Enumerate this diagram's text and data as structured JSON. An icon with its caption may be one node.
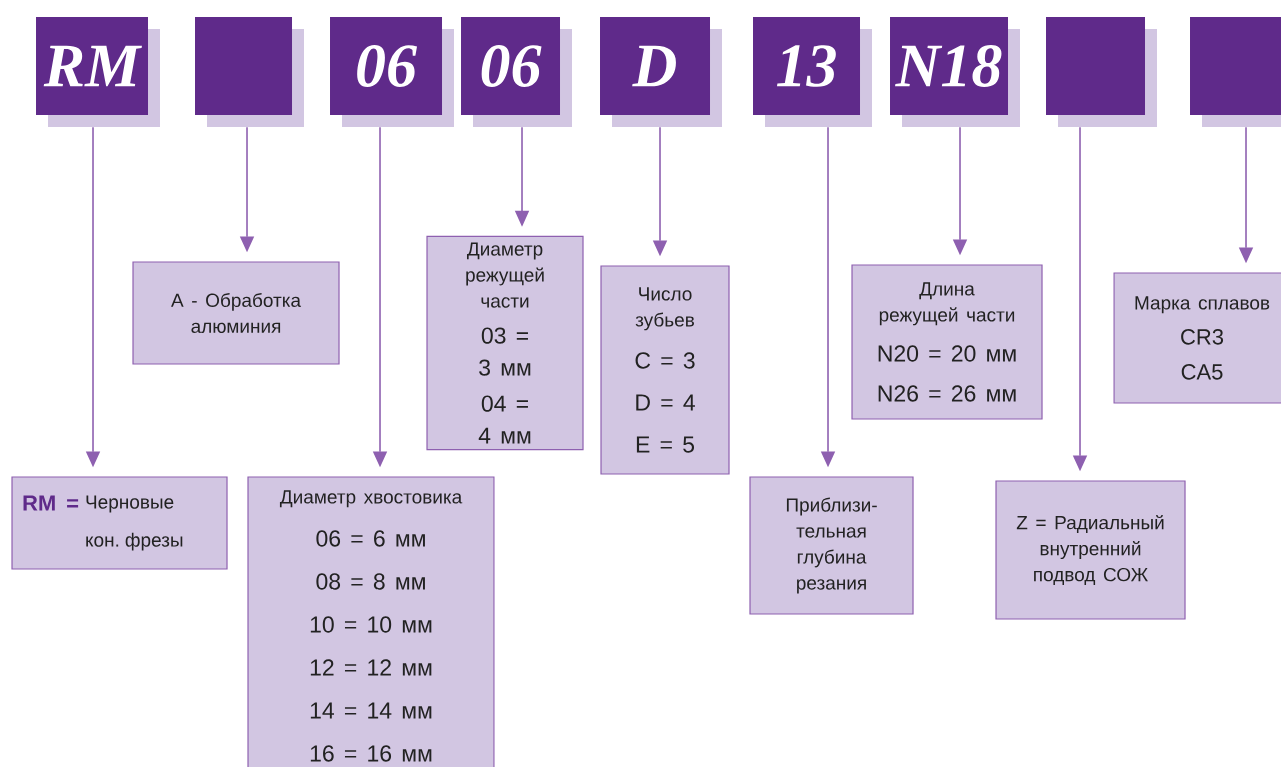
{
  "diagram": {
    "nodes": [
      {
        "text": [
          "RM"
        ]
      },
      {
        "text": [],
        "shape": "box"
      },
      {
        "text": [
          "06"
        ]
      },
      {
        "text": [
          "06"
        ]
      },
      {
        "text": [
          "D"
        ]
      },
      {
        "text": [
          "13"
        ]
      },
      {
        "text": [
          "N18"
        ]
      },
      {
        "text": [],
        "shape": "box"
      },
      {
        "text": [],
        "shape": "box"
      },
      {
        "text": [
          "RM =",
          "Черновые кон. фрезы"
        ]
      },
      {
        "text": [
          "A - Обработка алюминия"
        ]
      },
      {
        "text": [
          "Диаметр хвостовика",
          "06 = 6 мм",
          "08 = 8 мм",
          "10 = 10 мм",
          "12 = 12 мм",
          "14 = 14 мм",
          "16 = 16 мм"
        ]
      },
      {
        "text": [
          "Диаметр режущей части",
          "03 = 3 мм",
          "04 = 4 мм"
        ]
      },
      {
        "text": [
          "Число зубьев",
          "C = 3",
          "D = 4",
          "E = 5"
        ]
      },
      {
        "text": [
          "Приблизи-тельная глубина резания"
        ]
      },
      {
        "text": [
          "Длина режущей части",
          "N20 = 20 мм",
          "N26 = 26 мм"
        ]
      },
      {
        "text": [
          "Z = Радиальный внутренний подвод СОЖ"
        ]
      },
      {
        "text": [
          "Марка сплавов",
          "CR3",
          "CA5"
        ]
      }
    ],
    "edges": [
      {
        "from": 0,
        "to": 9,
        "arrow": "to"
      },
      {
        "from": 1,
        "to": 10,
        "arrow": "to"
      },
      {
        "from": 2,
        "to": 11,
        "arrow": "to"
      },
      {
        "from": 3,
        "to": 12,
        "arrow": "to"
      },
      {
        "from": 4,
        "to": 13,
        "arrow": "to"
      },
      {
        "from": 5,
        "to": 14,
        "arrow": "to"
      },
      {
        "from": 6,
        "to": 15,
        "arrow": "to"
      },
      {
        "from": 7,
        "to": 16,
        "arrow": "to"
      },
      {
        "from": 8,
        "to": 17,
        "arrow": "to"
      }
    ]
  }
}
